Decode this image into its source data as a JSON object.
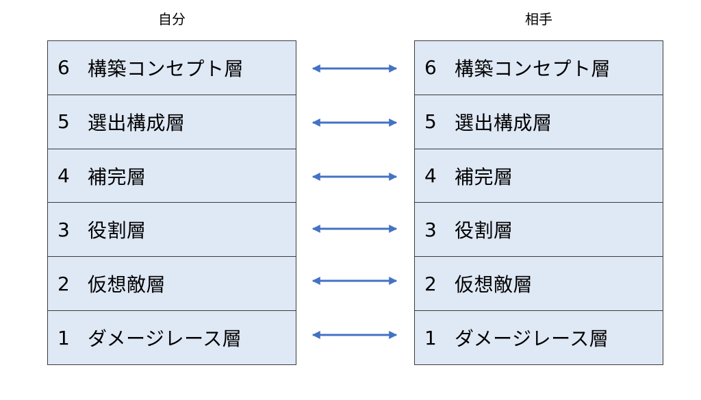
{
  "left": {
    "title": "自分",
    "layers": [
      {
        "num": "6",
        "label": "構築コンセプト層"
      },
      {
        "num": "5",
        "label": "選出構成層"
      },
      {
        "num": "4",
        "label": "補完層"
      },
      {
        "num": "3",
        "label": "役割層"
      },
      {
        "num": "2",
        "label": "仮想敵層"
      },
      {
        "num": "1",
        "label": "ダメージレース層"
      }
    ]
  },
  "right": {
    "title": "相手",
    "layers": [
      {
        "num": "6",
        "label": "構築コンセプト層"
      },
      {
        "num": "5",
        "label": "選出構成層"
      },
      {
        "num": "4",
        "label": "補完層"
      },
      {
        "num": "3",
        "label": "役割層"
      },
      {
        "num": "2",
        "label": "仮想敵層"
      },
      {
        "num": "1",
        "label": "ダメージレース層"
      }
    ]
  },
  "colors": {
    "layer_fill": "#dfe8f5",
    "border": "#3a3a3a",
    "arrow": "#4472c4"
  },
  "arrow_icon": "double-headed-arrow-icon"
}
